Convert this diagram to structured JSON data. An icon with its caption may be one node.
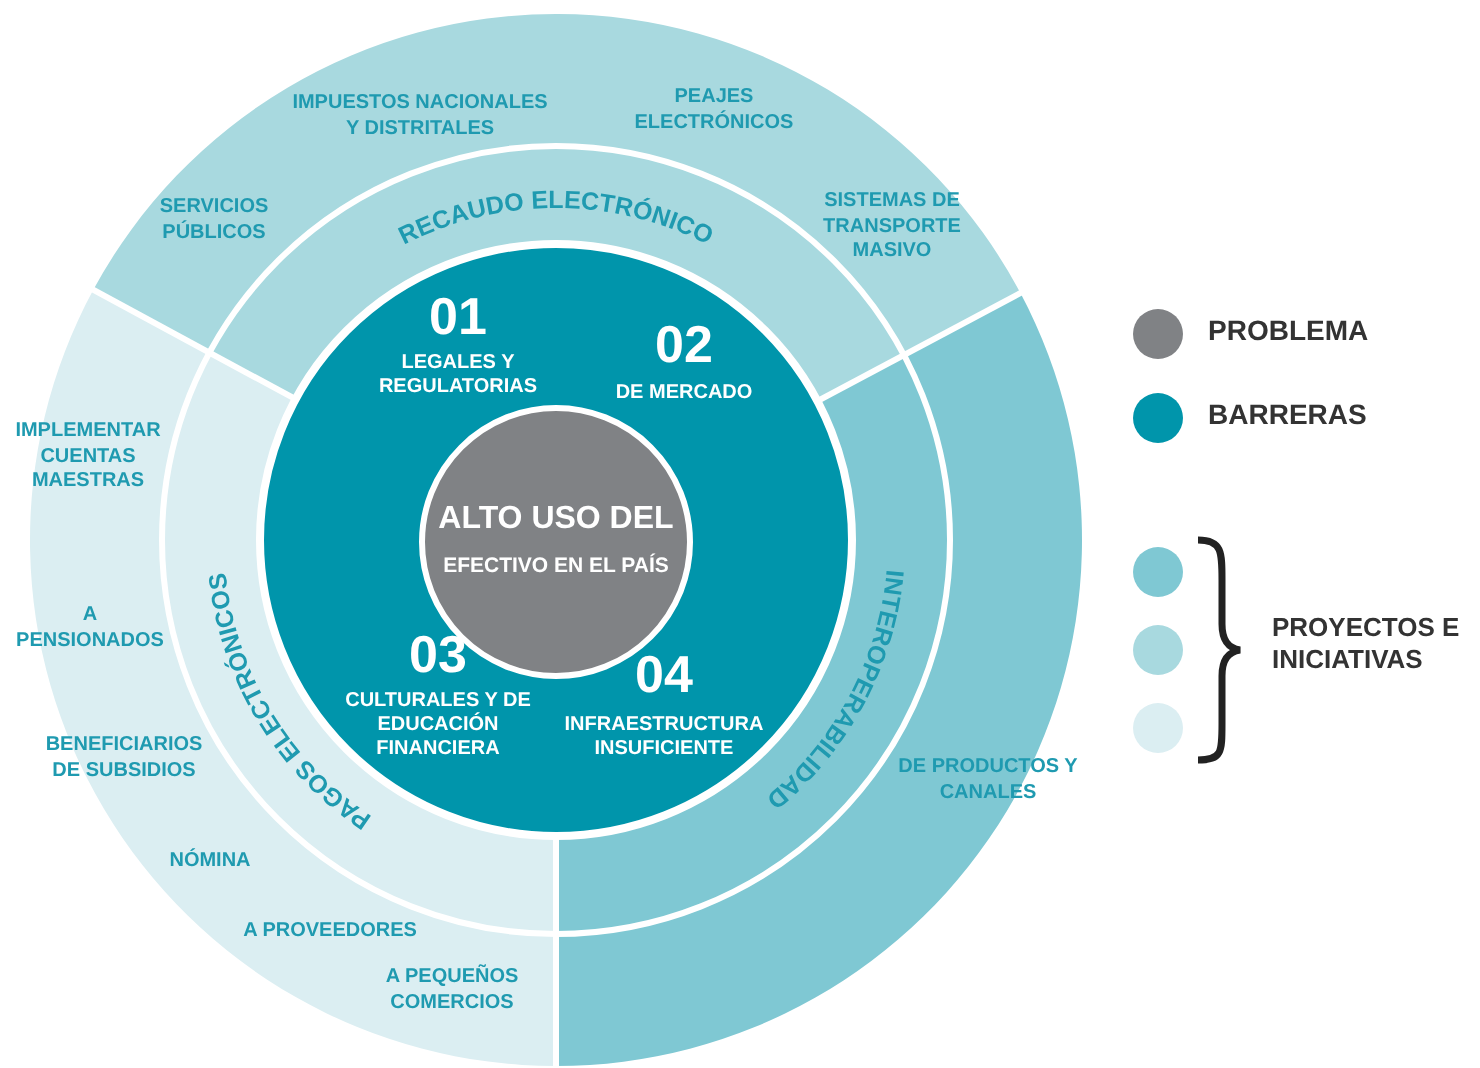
{
  "diagram": {
    "nodes": [
      {
        "text": [
          "IMPUESTOS NACIONALES Y DISTRITALES",
          "PEAJES ELECTRÓNICOS",
          "SERVICIOS PÚBLICOS",
          "SISTEMAS DE TRANSPORTE MASIVO",
          "RECAUDO ELECTRÓNICO"
        ]
      },
      {
        "text": [
          "INTEROPERABILIDAD",
          "DE PRODUCTOS Y CANALES"
        ]
      },
      {
        "text": [
          "IMPLEMENTAR CUENTAS MAESTRAS",
          "PAGOS ELECTRÓNICOS",
          "A PENSIONADOS",
          "BENEFICIARIOS DE SUBSIDIOS",
          "NÓMINA",
          "A PROVEEDORES",
          "A PEQUEÑOS COMERCIOS"
        ]
      },
      {
        "text": [
          "01",
          "LEGALES Y REGULATORIAS",
          "02",
          "DE MERCADO",
          "03",
          "CULTURALES Y DE EDUCACIÓN FINANCIERA",
          "04",
          "INFRAESTRUCTURA INSUFICIENTE"
        ]
      },
      {
        "text": [
          "ALTO USO DEL",
          "EFECTIVO EN EL PAÍS"
        ],
        "in": 3
      }
    ],
    "legend": [
      {
        "text": "PROBLEMA",
        "color": "#808285"
      },
      {
        "text": "BARRERAS",
        "color": "#0095ab"
      },
      {
        "text": "PROYECTOS E INICIATIVAS"
      }
    ]
  }
}
